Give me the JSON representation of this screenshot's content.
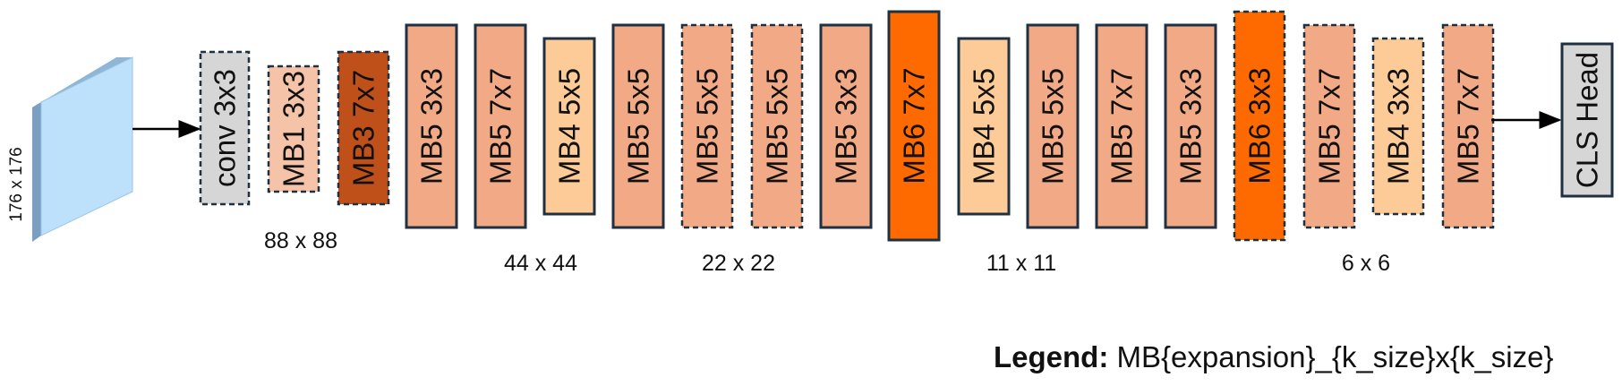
{
  "input": {
    "label": "176 x 176",
    "color": "#bde0fb"
  },
  "stem": {
    "label": "conv 3x3",
    "fill": "#d6d6d6"
  },
  "blocks": [
    {
      "label": "MB1 3x3",
      "fill": "#f5c4a8",
      "dashed": true
    },
    {
      "label": "MB3 7x7",
      "fill": "#c0501a",
      "dashed": true
    },
    {
      "label": "MB5 3x3",
      "fill": "#f2aa86",
      "dashed": false
    },
    {
      "label": "MB5 7x7",
      "fill": "#f2aa86",
      "dashed": false
    },
    {
      "label": "MB4 5x5",
      "fill": "#fdcb98",
      "dashed": false
    },
    {
      "label": "MB5 5x5",
      "fill": "#f2aa86",
      "dashed": false
    },
    {
      "label": "MB5 5x5",
      "fill": "#f2aa86",
      "dashed": true
    },
    {
      "label": "MB5 5x5",
      "fill": "#f2aa86",
      "dashed": true
    },
    {
      "label": "MB5 3x3",
      "fill": "#f2aa86",
      "dashed": false
    },
    {
      "label": "MB6 7x7",
      "fill": "#ff6a00",
      "dashed": false
    },
    {
      "label": "MB4 5x5",
      "fill": "#fdcb98",
      "dashed": false
    },
    {
      "label": "MB5 5x5",
      "fill": "#f2aa86",
      "dashed": false
    },
    {
      "label": "MB5 7x7",
      "fill": "#f2aa86",
      "dashed": false
    },
    {
      "label": "MB5 3x3",
      "fill": "#f2aa86",
      "dashed": false
    },
    {
      "label": "MB6 3x3",
      "fill": "#ff6a00",
      "dashed": true
    },
    {
      "label": "MB5 7x7",
      "fill": "#f2aa86",
      "dashed": true
    },
    {
      "label": "MB4 3x3",
      "fill": "#fdcb98",
      "dashed": true
    },
    {
      "label": "MB5 7x7",
      "fill": "#f2aa86",
      "dashed": true
    }
  ],
  "head": {
    "label": "CLS Head",
    "fill": "#d6d6d6"
  },
  "resolutions": [
    "88 x 88",
    "44 x 44",
    "22 x 22",
    "11 x 11",
    "6 x 6"
  ],
  "legend": {
    "title": "Legend:",
    "text": "MB{expansion}_{k_size}x{k_size}"
  },
  "colors": {
    "border": "#1f3140",
    "arrow": "#000000"
  }
}
